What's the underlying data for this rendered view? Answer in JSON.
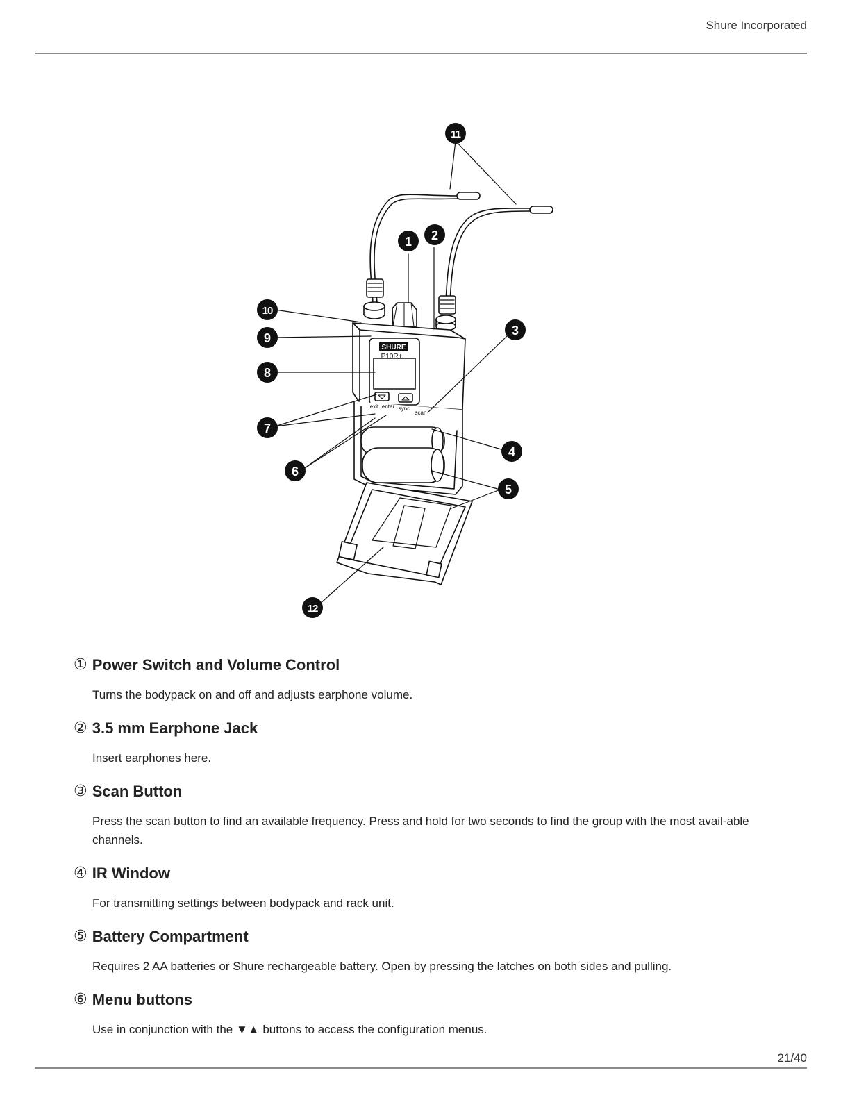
{
  "header": {
    "company": "Shure Incorporated"
  },
  "figure": {
    "device": {
      "brand": "SHURE",
      "model": "P10R+"
    },
    "buttons": {
      "exit": "exit",
      "enter": "enter",
      "sync": "sync",
      "scan": "scan"
    },
    "callouts": [
      "1",
      "2",
      "3",
      "4",
      "5",
      "6",
      "7",
      "8",
      "9",
      "10",
      "11",
      "12"
    ]
  },
  "items": [
    {
      "num": "①",
      "title": "Power Switch and Volume Control",
      "desc": "Turns the bodypack on and off and adjusts earphone volume."
    },
    {
      "num": "②",
      "title": "3.5 mm Earphone Jack",
      "desc": "Insert earphones here."
    },
    {
      "num": "③",
      "title": "Scan Button",
      "desc": "Press the scan button to find an available frequency. Press and hold for two seconds to find the group with the most avail-able channels."
    },
    {
      "num": "④",
      "title": "IR Window",
      "desc": "For transmitting settings between bodypack and rack unit."
    },
    {
      "num": "⑤",
      "title": "Battery Compartment",
      "desc": "Requires 2 AA batteries or Shure rechargeable battery. Open by pressing the latches on both sides and pulling."
    },
    {
      "num": "⑥",
      "title": "Menu buttons",
      "desc": "Use in conjunction with the ▼▲ buttons to access the configuration menus."
    }
  ],
  "footer": {
    "page": "21/40"
  }
}
